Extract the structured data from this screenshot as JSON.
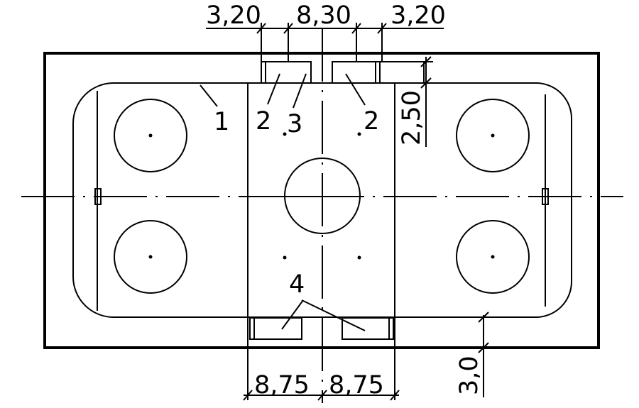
{
  "dimensions": {
    "top_left": "3,20",
    "top_center": "8,30",
    "top_right": "3,20",
    "right_vertical": "2,50",
    "bottom_left": "8,75",
    "bottom_right": "8,75",
    "bottom_vertical": "3,0"
  },
  "callouts": {
    "c1": "1",
    "c2_left": "2",
    "c3": "3",
    "c2_right": "2",
    "c4": "4"
  }
}
